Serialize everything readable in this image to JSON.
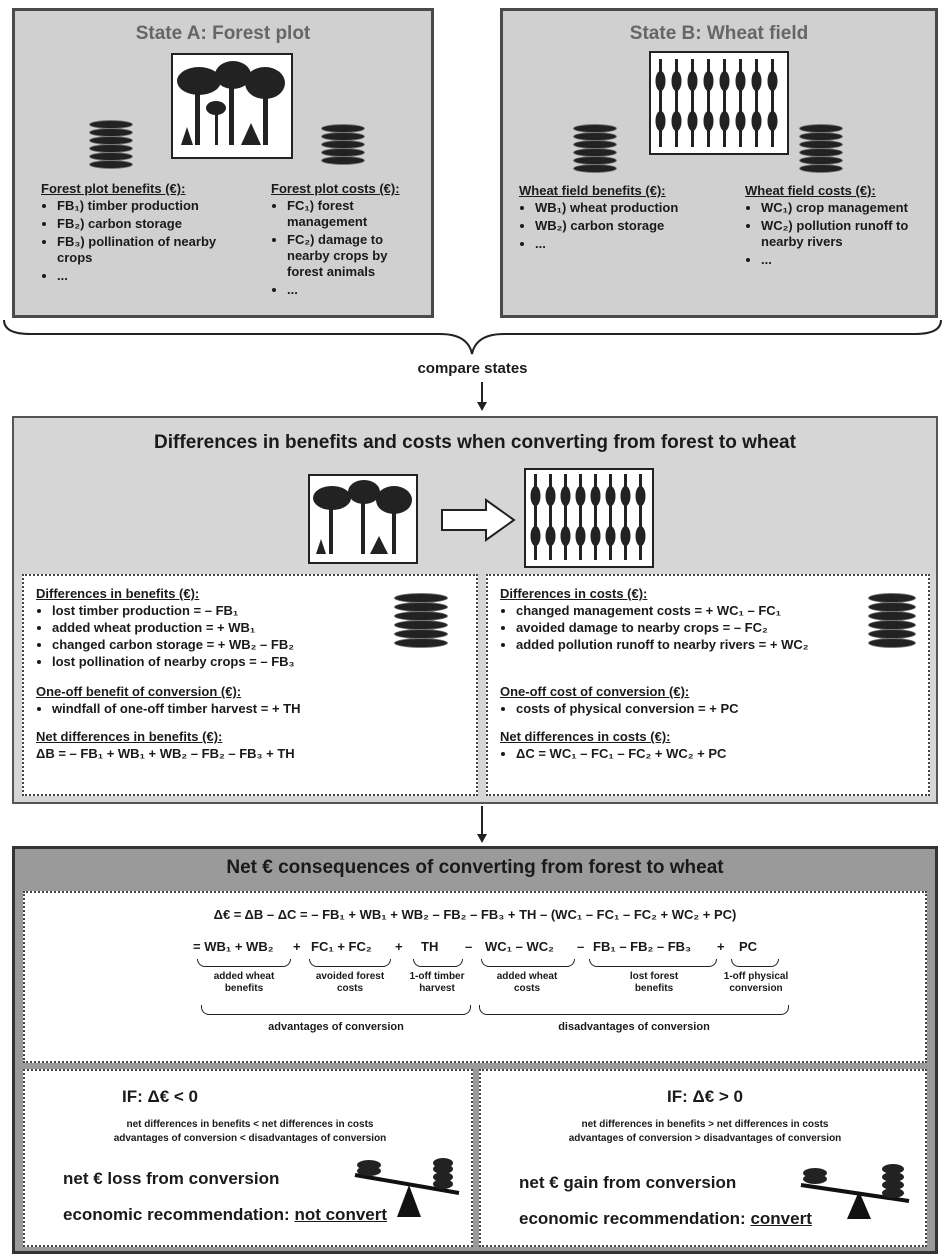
{
  "state_a": {
    "title": "State A: Forest plot",
    "benefits_head": "Forest plot benefits (€):",
    "benefits": [
      "FB₁) timber production",
      "FB₂) carbon storage",
      "FB₃) pollination of nearby crops",
      "..."
    ],
    "costs_head": "Forest plot costs (€):",
    "costs": [
      "FC₁) forest management",
      "FC₂) damage to nearby crops by forest animals",
      "..."
    ]
  },
  "state_b": {
    "title": "State B: Wheat field",
    "benefits_head": "Wheat field benefits (€):",
    "benefits": [
      "WB₁) wheat production",
      "WB₂) carbon storage",
      "..."
    ],
    "costs_head": "Wheat field costs (€):",
    "costs": [
      "WC₁) crop management",
      "WC₂) pollution runoff to nearby rivers",
      "..."
    ]
  },
  "compare_label": "compare states",
  "differences": {
    "title": "Differences in benefits and costs when converting from forest to wheat",
    "benefits_head": "Differences in benefits (€):",
    "benefits": [
      "lost timber production = – FB₁",
      "added wheat production = + WB₁",
      "changed carbon storage = + WB₂ – FB₂",
      "lost pollination of nearby crops = – FB₃"
    ],
    "oneoff_benefit_head": "One-off benefit of conversion (€):",
    "oneoff_benefit": [
      "windfall of one-off timber harvest = + TH"
    ],
    "net_benefits_head": "Net differences in benefits (€):",
    "net_benefits": "ΔB = – FB₁ + WB₁ + WB₂ – FB₂ – FB₃ + TH",
    "costs_head": "Differences in costs (€):",
    "costs": [
      "changed management costs = + WC₁ – FC₁",
      "avoided damage to nearby crops = – FC₂",
      "added pollution runoff to nearby rivers = + WC₂"
    ],
    "oneoff_cost_head": "One-off cost of conversion (€):",
    "oneoff_cost": [
      "costs of physical conversion = + PC"
    ],
    "net_costs_head": "Net differences in costs (€):",
    "net_costs": [
      "ΔC = WC₁ – FC₁ – FC₂ + WC₂ + PC"
    ]
  },
  "net": {
    "title": "Net € consequences of converting from forest to wheat",
    "eq1": "Δ€ = ΔB – ΔC = – FB₁ + WB₁ + WB₂ – FB₂ – FB₃ + TH – (WC₁ – FC₁ – FC₂ + WC₂ + PC)",
    "eq2": [
      "= WB₁ + WB₂",
      "+",
      "FC₁ + FC₂",
      "+",
      "TH",
      "–",
      "WC₁ – WC₂",
      "–",
      "FB₁ – FB₂ – FB₃",
      "+",
      "PC"
    ],
    "group_labels": [
      "added wheat benefits",
      "avoided forest costs",
      "1-off timber harvest",
      "added wheat costs",
      "lost forest benefits",
      "1-off physical conversion"
    ],
    "advantages": "advantages of conversion",
    "disadvantages": "disadvantages of conversion",
    "left": {
      "if": "IF: Δ€ < 0",
      "line1": "net differences in benefits < net differences in costs",
      "line2": "advantages of conversion < disadvantages of conversion",
      "result": "net € loss from conversion",
      "rec_prefix": "economic recommendation:",
      "rec": "not convert"
    },
    "right": {
      "if": "IF: Δ€ > 0",
      "line1": "net differences in benefits > net differences in costs",
      "line2": "advantages of conversion > disadvantages of conversion",
      "result": "net € gain from conversion",
      "rec_prefix": "economic recommendation:",
      "rec": "convert"
    }
  }
}
